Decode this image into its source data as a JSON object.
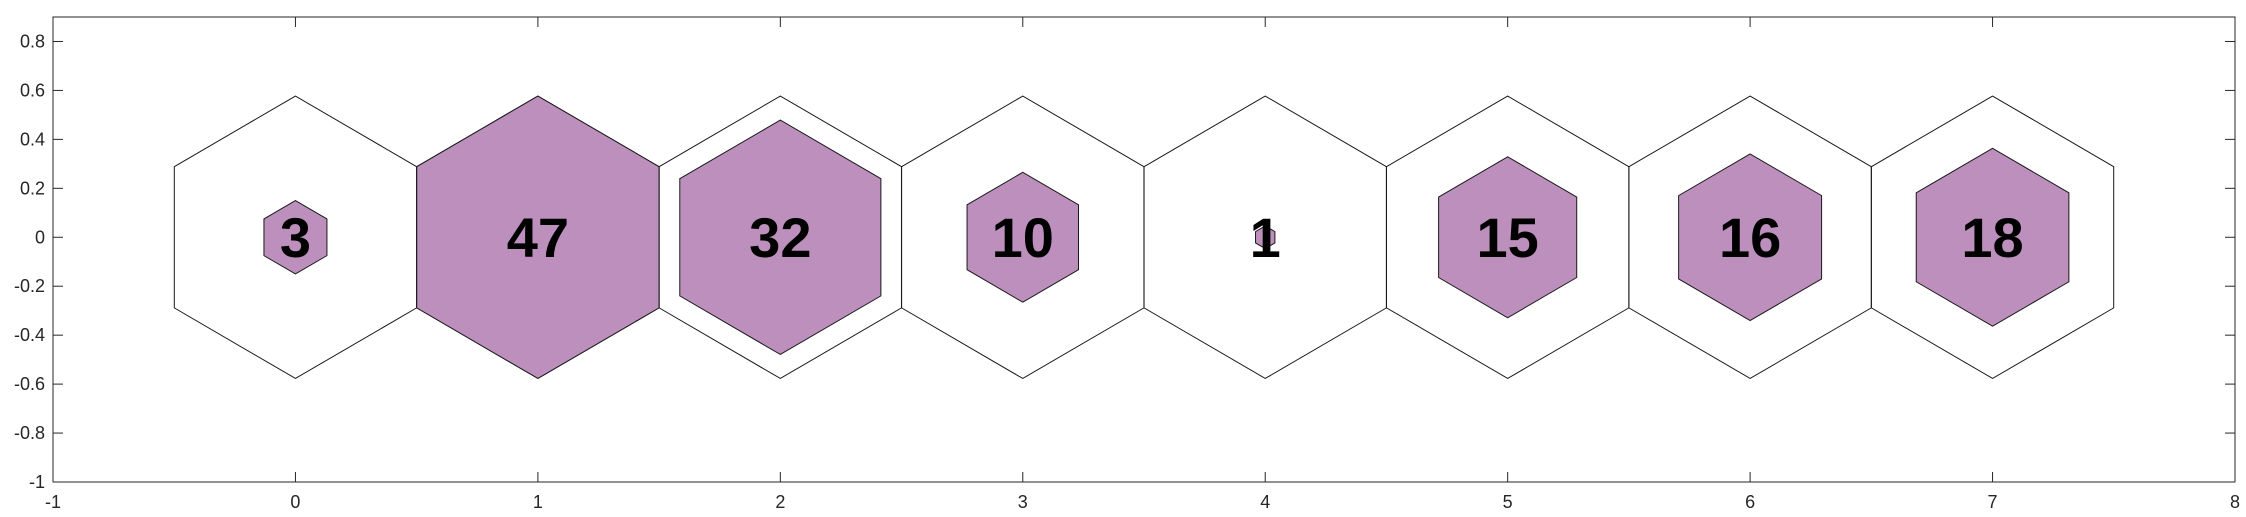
{
  "chart_data": {
    "type": "hexbin",
    "title": "",
    "xlabel": "",
    "ylabel": "",
    "xlim": [
      -1,
      8
    ],
    "ylim": [
      -1,
      0.9
    ],
    "xticks": [
      -1,
      0,
      1,
      2,
      3,
      4,
      5,
      6,
      7,
      8
    ],
    "xtick_labels": [
      "-1",
      "0",
      "1",
      "2",
      "3",
      "4",
      "5",
      "6",
      "7",
      "8"
    ],
    "yticks": [
      -1,
      -0.8,
      -0.6,
      -0.4,
      -0.2,
      0,
      0.2,
      0.4,
      0.6,
      0.8
    ],
    "ytick_labels": [
      "-1",
      "-0.8",
      "-0.6",
      "-0.4",
      "-0.2",
      "0",
      "0.2",
      "0.4",
      "0.6",
      "0.8"
    ],
    "grid": false,
    "outer_hex_circumradius": 0.577,
    "cells": [
      {
        "x": 0,
        "y": 0,
        "count": 3,
        "label": "3"
      },
      {
        "x": 1,
        "y": 0,
        "count": 47,
        "label": "47"
      },
      {
        "x": 2,
        "y": 0,
        "count": 32,
        "label": "32"
      },
      {
        "x": 3,
        "y": 0,
        "count": 10,
        "label": "10"
      },
      {
        "x": 4,
        "y": 0,
        "count": 1,
        "label": "1"
      },
      {
        "x": 5,
        "y": 0,
        "count": 15,
        "label": "15"
      },
      {
        "x": 6,
        "y": 0,
        "count": 16,
        "label": "16"
      },
      {
        "x": 7,
        "y": 0,
        "count": 18,
        "label": "18"
      }
    ],
    "inner_hex_relative_size": [
      0.26,
      1.0,
      0.83,
      0.46,
      0.08,
      0.57,
      0.59,
      0.63
    ],
    "colors": {
      "fill": "#bd8fbd",
      "edge": "#1a1a1a",
      "axes": "#262626"
    }
  }
}
